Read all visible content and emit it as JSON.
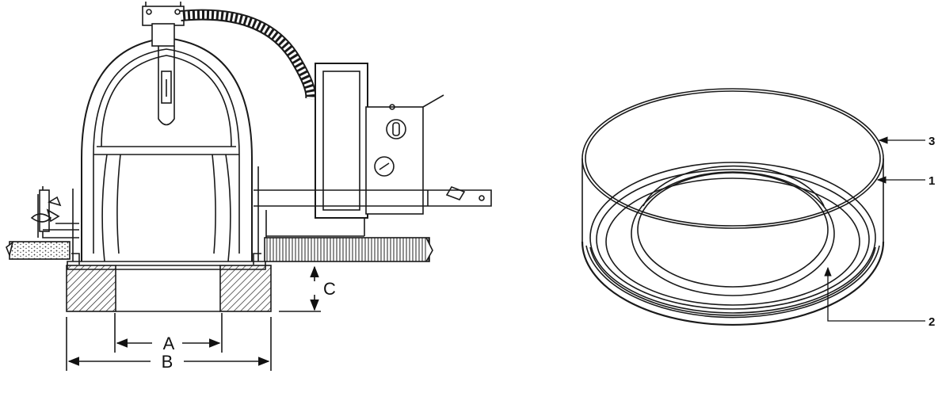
{
  "left_view": {
    "dimensions": {
      "a": "A",
      "b": "B",
      "c": "C"
    }
  },
  "right_view": {
    "callouts": {
      "one": "1",
      "two": "2",
      "three": "3"
    }
  },
  "colors": {
    "ink": "#1a1a1a",
    "paper": "#ffffff"
  }
}
